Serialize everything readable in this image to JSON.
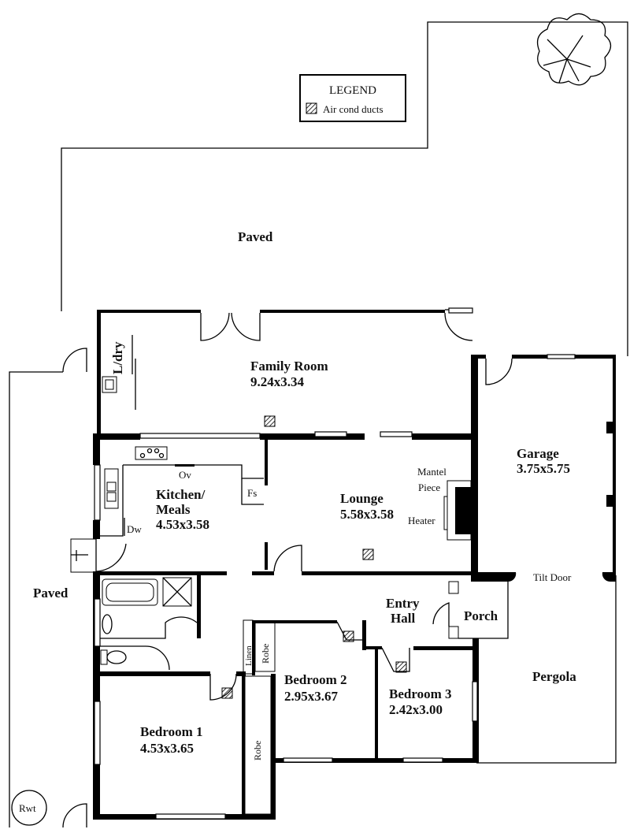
{
  "legend": {
    "title": "LEGEND",
    "item": "Air cond ducts"
  },
  "areas": {
    "paved_top": "Paved",
    "paved_left": "Paved",
    "pergola": "Pergola",
    "rwt": "Rwt",
    "tilt_door": "Tilt Door"
  },
  "rooms": {
    "family": {
      "name": "Family Room",
      "size": "9.24x3.34"
    },
    "garage": {
      "name": "Garage",
      "size": "3.75x5.75"
    },
    "kitchen": {
      "name1": "Kitchen/",
      "name2": "Meals",
      "size": "4.53x3.58"
    },
    "lounge": {
      "name": "Lounge",
      "size": "5.58x3.58"
    },
    "entry": {
      "name1": "Entry",
      "name2": "Hall"
    },
    "porch": {
      "name": "Porch"
    },
    "bed1": {
      "name": "Bedroom 1",
      "size": "4.53x3.65"
    },
    "bed2": {
      "name": "Bedroom 2",
      "size": "2.95x3.67"
    },
    "bed3": {
      "name": "Bedroom 3",
      "size": "2.42x3.00"
    }
  },
  "fixtures": {
    "ldry": "L/dry",
    "ov": "Ov",
    "fs": "Fs",
    "dw": "Dw",
    "mantel1": "Mantel",
    "mantel2": "Piece",
    "heater": "Heater",
    "linen": "Linen",
    "robe1": "Robe",
    "robe2": "Robe"
  }
}
